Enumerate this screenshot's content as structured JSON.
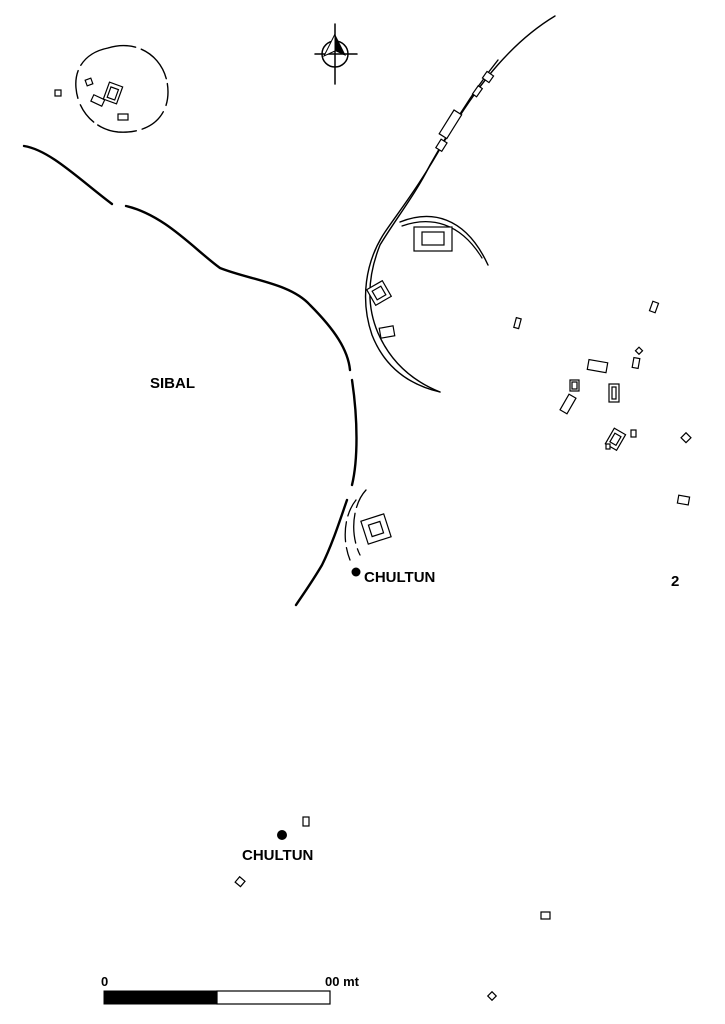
{
  "labels": {
    "sibal": "SIBAL",
    "chultun_upper": "CHULTUN",
    "chultun_lower": "CHULTUN",
    "group_number": "2"
  },
  "scale_bar": {
    "start_label": "0",
    "end_label": "00 mt"
  },
  "colors": {
    "ink": "#000000",
    "paper": "#ffffff"
  },
  "icons": {
    "north_arrow": "north-arrow-icon",
    "chultun_marker": "filled-dot"
  }
}
